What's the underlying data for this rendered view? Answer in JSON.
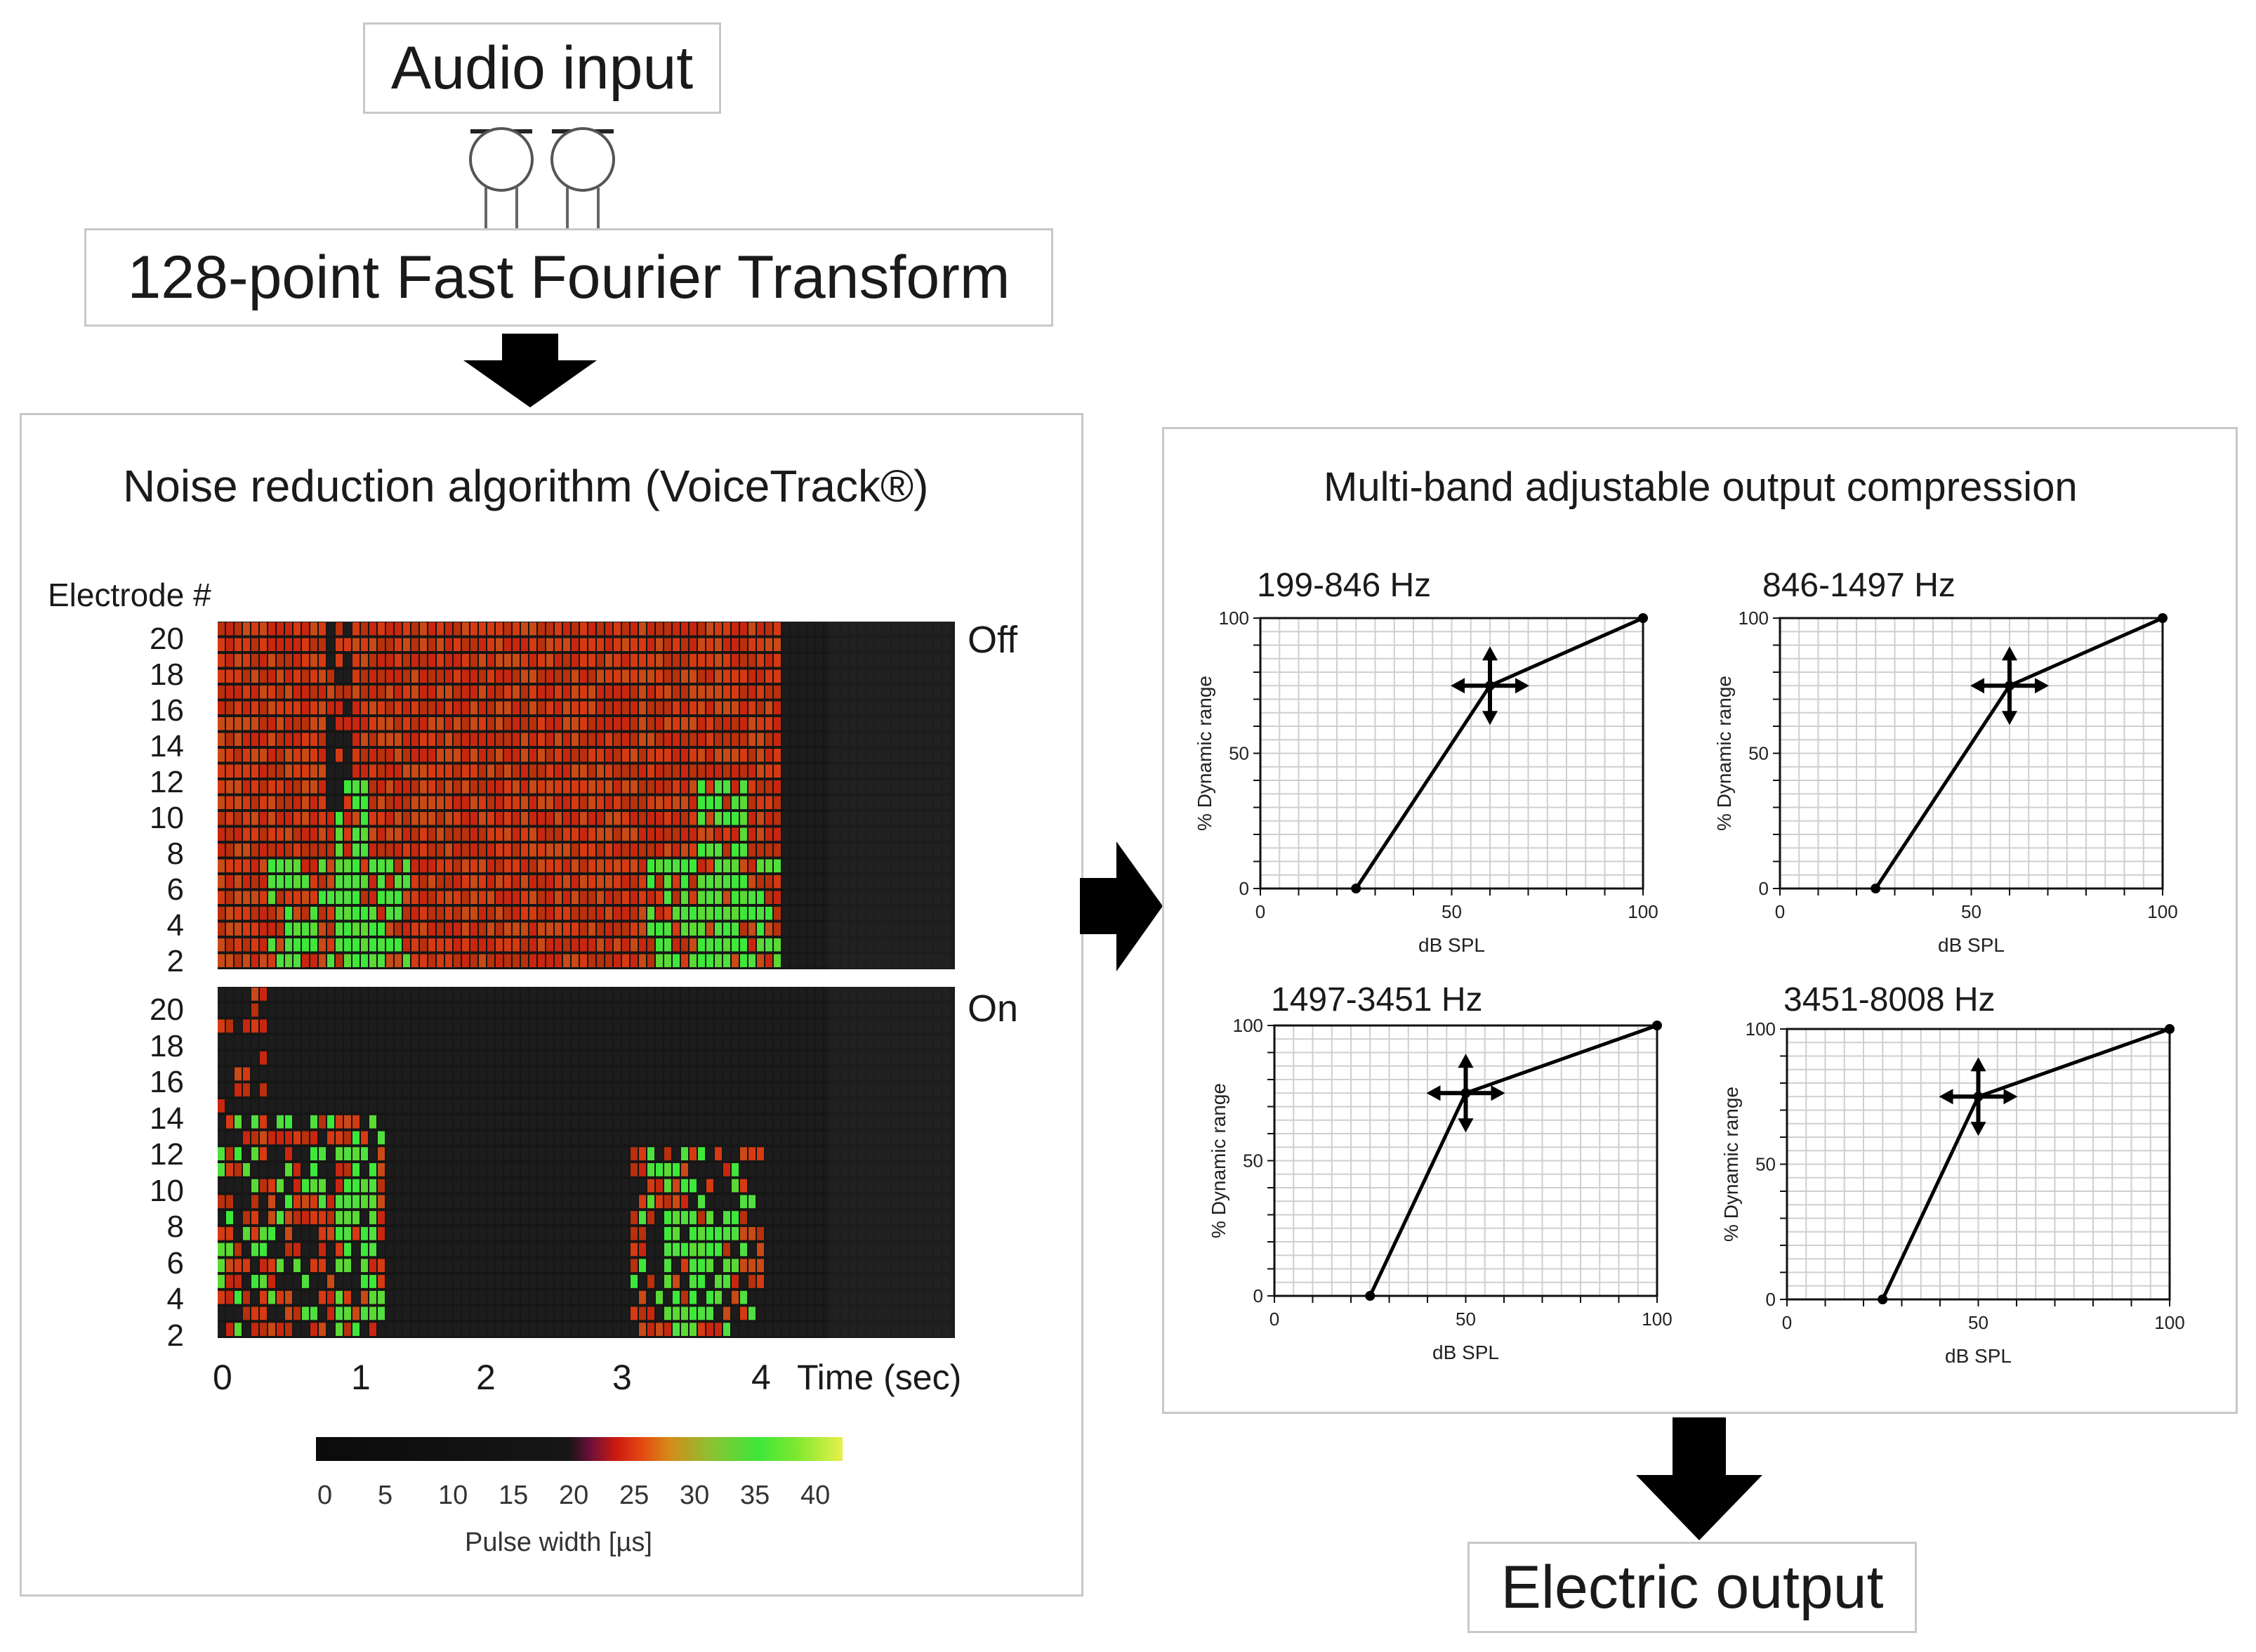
{
  "flow": {
    "audio_input": "Audio input",
    "fft": "128-point Fast Fourier Transform",
    "electric_output": "Electric output"
  },
  "noise_panel": {
    "title": "Noise reduction algorithm (VoiceTrack®)",
    "electrode_label": "Electrode #",
    "electrode_ticks": [
      "20",
      "18",
      "16",
      "14",
      "12",
      "10",
      "8",
      "6",
      "4",
      "2"
    ],
    "off_label": "Off",
    "on_label": "On",
    "time_ticks": [
      "0",
      "1",
      "2",
      "3",
      "4"
    ],
    "time_label": "Time (sec)",
    "colorbar_ticks": [
      "0",
      "5",
      "10",
      "15",
      "20",
      "25",
      "30",
      "35",
      "40"
    ],
    "colorbar_label": "Pulse width [µs]"
  },
  "compression_panel": {
    "title": "Multi-band adjustable output compression",
    "ylabel": "% Dynamic range",
    "xlabel": "dB SPL",
    "x_ticks": [
      "0",
      "50",
      "100"
    ],
    "y_ticks": [
      "0",
      "50",
      "100"
    ]
  },
  "chart_data": [
    {
      "type": "line",
      "title": "199-846 Hz",
      "xlabel": "dB SPL",
      "ylabel": "% Dynamic range",
      "xlim": [
        0,
        100
      ],
      "ylim": [
        0,
        100
      ],
      "x": [
        25,
        60,
        100
      ],
      "y": [
        0,
        75,
        100
      ],
      "grid": true
    },
    {
      "type": "line",
      "title": "846-1497 Hz",
      "xlabel": "dB SPL",
      "ylabel": "% Dynamic range",
      "xlim": [
        0,
        100
      ],
      "ylim": [
        0,
        100
      ],
      "x": [
        25,
        60,
        100
      ],
      "y": [
        0,
        75,
        100
      ],
      "grid": true
    },
    {
      "type": "line",
      "title": "1497-3451 Hz",
      "xlabel": "dB SPL",
      "ylabel": "% Dynamic range",
      "xlim": [
        0,
        100
      ],
      "ylim": [
        0,
        100
      ],
      "x": [
        25,
        50,
        100
      ],
      "y": [
        0,
        75,
        100
      ],
      "grid": true
    },
    {
      "type": "line",
      "title": "3451-8008 Hz",
      "xlabel": "dB SPL",
      "ylabel": "% Dynamic range",
      "xlim": [
        0,
        100
      ],
      "ylim": [
        0,
        100
      ],
      "x": [
        25,
        50,
        100
      ],
      "y": [
        0,
        75,
        100
      ],
      "grid": true
    }
  ]
}
